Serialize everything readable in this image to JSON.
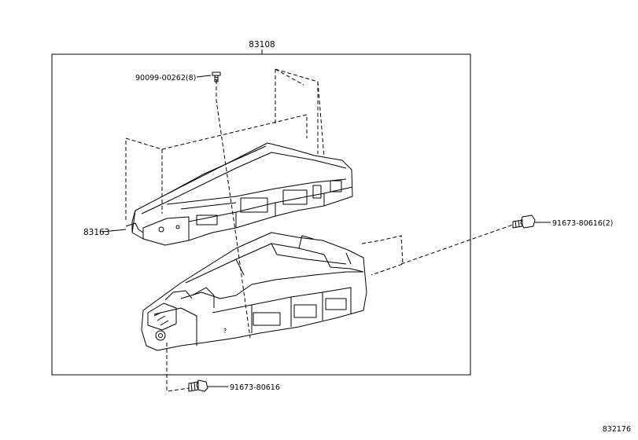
{
  "diagram": {
    "assembly_number": "83108",
    "labels": {
      "screw_top": "90099-00262(8)",
      "cover": "83163",
      "screw_right": "91673-80616(2)",
      "screw_bottom": "91673-80616"
    },
    "figure_number": "832176"
  }
}
